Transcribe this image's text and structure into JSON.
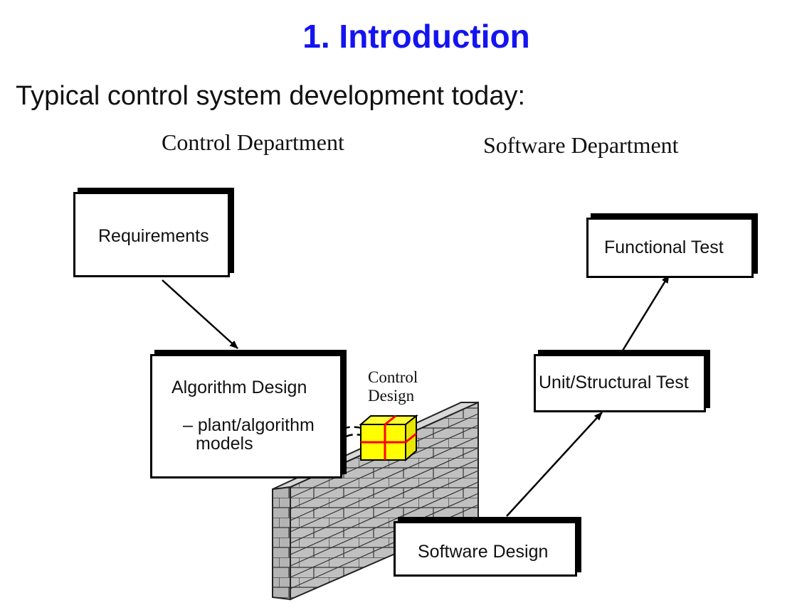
{
  "title": "1.  Introduction",
  "subtitle": "Typical control system development today:",
  "departments": {
    "control": "Control Department",
    "software": "Software Department"
  },
  "boxes": {
    "requirements": "Requirements",
    "algorithm_design": "Algorithm Design",
    "algorithm_detail_line1": "– plant/algorithm",
    "algorithm_detail_line2": "models",
    "functional_test": "Functional Test",
    "unit_structural_test": "Unit/Structural Test",
    "software_design": "Software Design"
  },
  "control_design_label": {
    "line1": "Control",
    "line2": "Design"
  },
  "colors": {
    "title": "#1414f0",
    "package_fill": "#ffff00",
    "package_lines": "#ff0000",
    "wall_fill": "#c0c0c0",
    "wall_lines": "#333333"
  }
}
